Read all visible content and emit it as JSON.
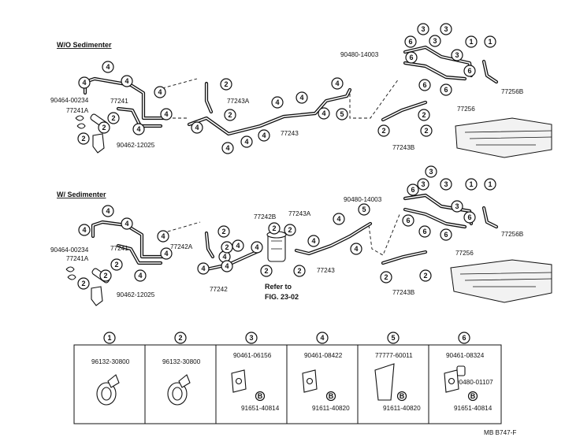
{
  "sections": {
    "wo": "W/O Sedimenter",
    "w": "W/ Sedimenter"
  },
  "labels": {
    "p90480_14003": "90480-14003",
    "p90464_00234": "90464-00234",
    "p90462_12025": "90462-12025",
    "p77241": "77241",
    "p77241A": "77241A",
    "p77243A": "77243A",
    "p77243": "77243",
    "p77243B": "77243B",
    "p77256": "77256",
    "p77256B": "77256B",
    "p77242": "77242",
    "p77242A": "77242A",
    "p77242B": "77242B",
    "refer_line1": "Refer to",
    "refer_line2": "FIG. 23-02"
  },
  "callout_numbers": [
    "1",
    "2",
    "3",
    "4",
    "5",
    "6"
  ],
  "parts_table": {
    "cells": [
      {
        "num": "1",
        "parts": [
          "96132-30800"
        ]
      },
      {
        "num": "2",
        "parts": [
          "96132-30800"
        ]
      },
      {
        "num": "3",
        "parts": [
          "90461-06156",
          "91651-40814"
        ],
        "bolt": "B"
      },
      {
        "num": "4",
        "parts": [
          "90461-08422",
          "91611-40820"
        ],
        "bolt": "B"
      },
      {
        "num": "5",
        "parts": [
          "77777-60011",
          "91611-40820"
        ],
        "bolt": "B"
      },
      {
        "num": "6",
        "parts": [
          "90461-08324",
          "90480-01107",
          "91651-40814"
        ],
        "bolt": "B"
      }
    ]
  },
  "footer": "MB  B747-F"
}
